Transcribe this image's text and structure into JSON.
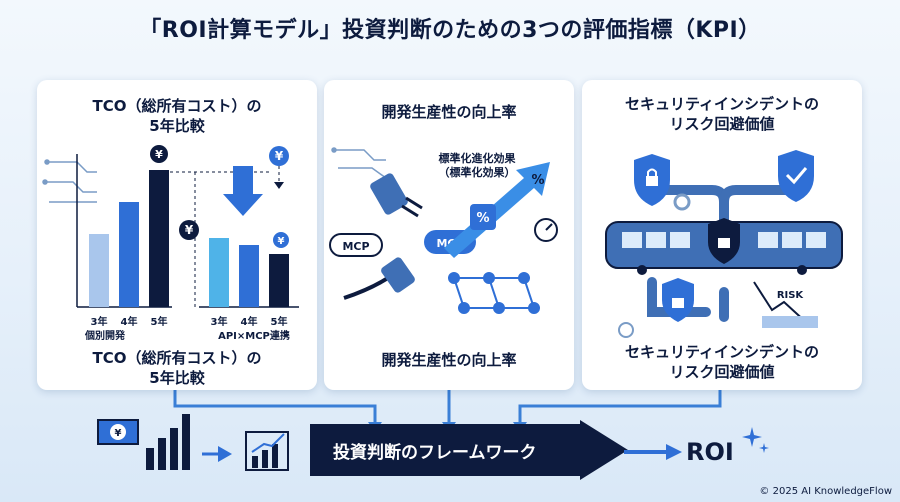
{
  "title": "「ROI計算モデル」投資判断のための3つの評価指標（KPI）",
  "tco": {
    "title_line1": "TCO（総所有コスト）の",
    "title_line2": "5年比較",
    "currency_symbol": "¥",
    "years_left": [
      "3年",
      "4年",
      "5年"
    ],
    "years_right": [
      "3年",
      "4年",
      "5年"
    ],
    "group_left": "個別開発",
    "group_right": "API×MCP連携",
    "footer_line1": "TCO（総所有コスト）の",
    "footer_line2": "5年比較"
  },
  "productivity": {
    "title": "開発生産性の向上率",
    "effect_line1": "標準化進化効果",
    "effect_line2": "（標準化効果）",
    "percent_symbol": "%",
    "mcp_label_left": "MCP",
    "mcp_label_right": "MCP",
    "footer": "開発生産性の向上率"
  },
  "security": {
    "title_line1": "セキュリティインシデントの",
    "title_line2": "リスク回避価値",
    "risk_label": "RISK",
    "footer_line1": "セキュリティインシデントの",
    "footer_line2": "リスク回避価値"
  },
  "flow": {
    "currency_symbol": "¥",
    "arrow_label": "投資判断のフレームワーク",
    "result": "ROI"
  },
  "copyright": "© 2025 AI KnowledgeFlow",
  "colors": {
    "navy": "#0d1b3e",
    "blue": "#2f6fd6",
    "light_blue": "#8fb8ea",
    "pale_blue": "#cfe1f6",
    "accent": "#3a8ee6"
  },
  "chart_data": {
    "type": "bar",
    "groups": [
      "個別開発",
      "API×MCP連携"
    ],
    "categories": [
      "3年",
      "4年",
      "5年"
    ]
  }
}
